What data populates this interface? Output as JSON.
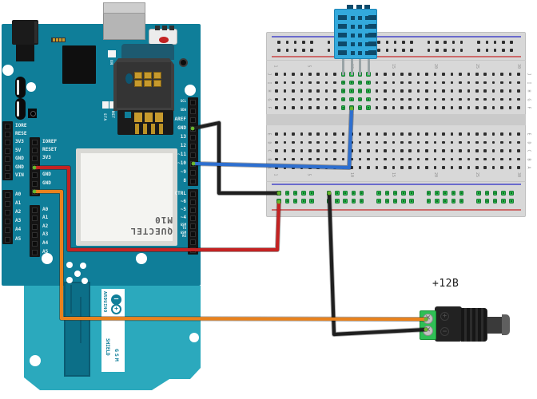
{
  "board_labels": {
    "outer_power": [
      "IORE",
      "RESE",
      "3V3",
      "5V",
      "GND",
      "GND",
      "VIN"
    ],
    "outer_analog": [
      "A0",
      "A1",
      "A2",
      "A3",
      "A4",
      "A5"
    ],
    "inner_power": [
      "IOREF",
      "RESET",
      "3V3",
      "",
      "GND",
      "GND",
      ""
    ],
    "inner_analog": [
      "A0",
      "A1",
      "A2",
      "A3",
      "A4",
      "A5"
    ],
    "right_top": [
      "SCL",
      "SDA",
      "AREF",
      "GND",
      "13",
      "12",
      "~11",
      "~10",
      "~9",
      "8"
    ],
    "right_bottom": [
      "CTRL",
      "~6",
      "~5",
      "~4",
      "GSM\nTX",
      "GSM\nRX",
      "",
      ""
    ],
    "leds": {
      "on": "ON",
      "net": "NET",
      "sta": "STA"
    },
    "module": {
      "line1": "QUECTEL",
      "line2": "M10"
    },
    "logo_text": "ARDUINO",
    "logo_minus": "–",
    "logo_plus": "+",
    "gsm": "GSM",
    "shield": "SHIELD"
  },
  "breadboard": {
    "column_numbers": [
      "1",
      "5",
      "10",
      "15",
      "20",
      "25",
      "30"
    ],
    "rows_top": [
      "J",
      "I",
      "H",
      "G",
      "F"
    ],
    "rows_bottom": [
      "E",
      "D",
      "C",
      "B",
      "A"
    ],
    "green_columns": [
      9,
      10,
      11,
      12
    ]
  },
  "power_label": "+12B",
  "jack": {
    "plus": "+",
    "minus": "–"
  },
  "wires": [
    {
      "id": "black-gnd",
      "name": "gnd-to-minus-rail-wire",
      "color": "#1F1F1F"
    },
    {
      "id": "black-jack",
      "name": "minus-rail-to-jack-wire",
      "color": "#1F1F1F"
    },
    {
      "id": "red-5v",
      "name": "5v-to-plus-rail-wire",
      "color": "#C42222"
    },
    {
      "id": "blue-data",
      "name": "pin10-to-dht-data-wire",
      "color": "#2D6FD0"
    },
    {
      "id": "orange-vin",
      "name": "vin-to-jack-plus-wire",
      "color": "#E8821E"
    }
  ],
  "colors": {
    "shield_teal": "#0F7E99",
    "uno_teal": "#2BA9BD",
    "hole_green": "#2FBA4D",
    "dht_blue": "#33A9DC",
    "terminal_green": "#2FBF55",
    "rail_blue_line": "#6A6ACC",
    "rail_red_line": "#CC6A6A"
  }
}
